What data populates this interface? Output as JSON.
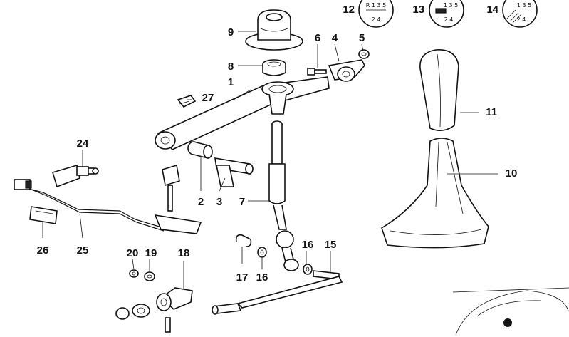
{
  "callouts": {
    "c1": "1",
    "c2": "2",
    "c3": "3",
    "c4": "4",
    "c5": "5",
    "c6": "6",
    "c7": "7",
    "c8": "8",
    "c9": "9",
    "c10": "10",
    "c11": "11",
    "c12": "12",
    "c13": "13",
    "c14": "14",
    "c15": "15",
    "c16a": "16",
    "c16b": "16",
    "c17": "17",
    "c18": "18",
    "c19": "19",
    "c20": "20",
    "c24": "24",
    "c25": "25",
    "c26": "26",
    "c27": "27"
  },
  "shift_patterns": {
    "p12_top": "R 1 3 5",
    "p12_bottom": "2 4",
    "p13_top": "1 3 5",
    "p13_bottom": "2 4",
    "p14_top": "1 3 5",
    "p14_bottom": "2 4"
  }
}
